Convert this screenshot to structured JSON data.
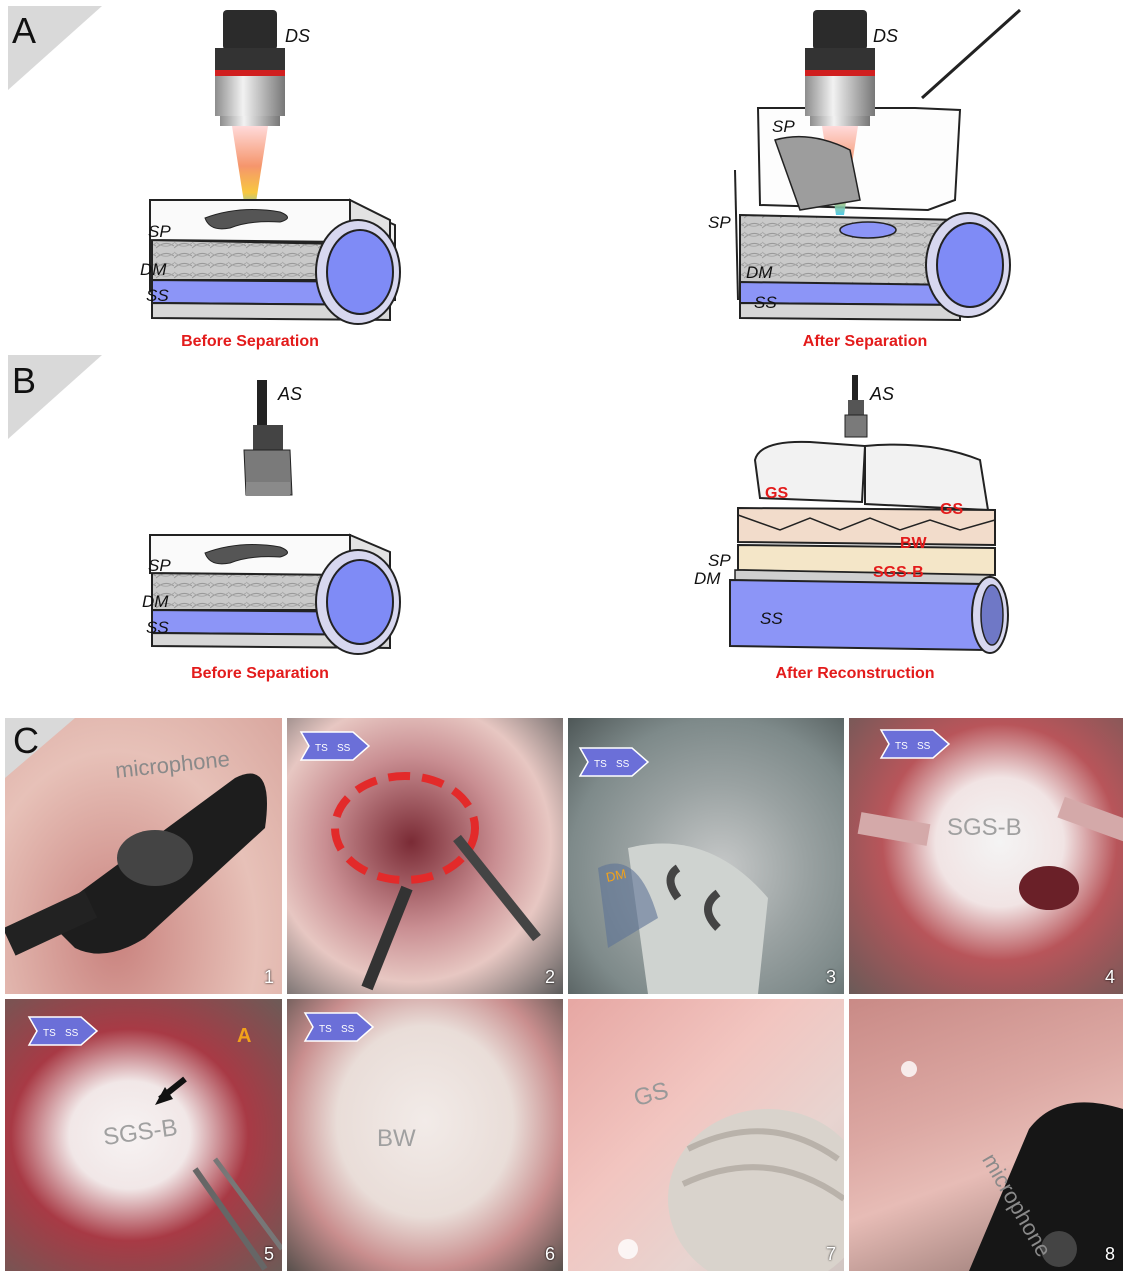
{
  "panels": {
    "a": {
      "letter": "A"
    },
    "b": {
      "letter": "B"
    },
    "c": {
      "letter": "C"
    }
  },
  "labels": {
    "ds": "DS",
    "as": "AS",
    "sp": "SP",
    "dm": "DM",
    "ss": "SS",
    "gs": "GS",
    "bw": "BW",
    "sgsb": "SGS-B",
    "ts": "TS"
  },
  "captions": {
    "a_left": "Before Separation",
    "a_right": "After Separation",
    "b_left": "Before Separation",
    "b_right": "After Reconstruction"
  },
  "photos": {
    "p1": {
      "number": "1",
      "label": "microphone"
    },
    "p2": {
      "number": "2"
    },
    "p3": {
      "number": "3",
      "label": "DM"
    },
    "p4": {
      "number": "4",
      "label": "SGS-B"
    },
    "p5": {
      "number": "5",
      "label": "SGS-B",
      "mark": "A"
    },
    "p6": {
      "number": "6",
      "label": "BW"
    },
    "p7": {
      "number": "7",
      "label": "GS"
    },
    "p8": {
      "number": "8",
      "label": "microphone"
    }
  },
  "colors": {
    "caption": "#e31b1b",
    "sinus": "#8c95f7",
    "orange_label": "#f2a21a"
  }
}
